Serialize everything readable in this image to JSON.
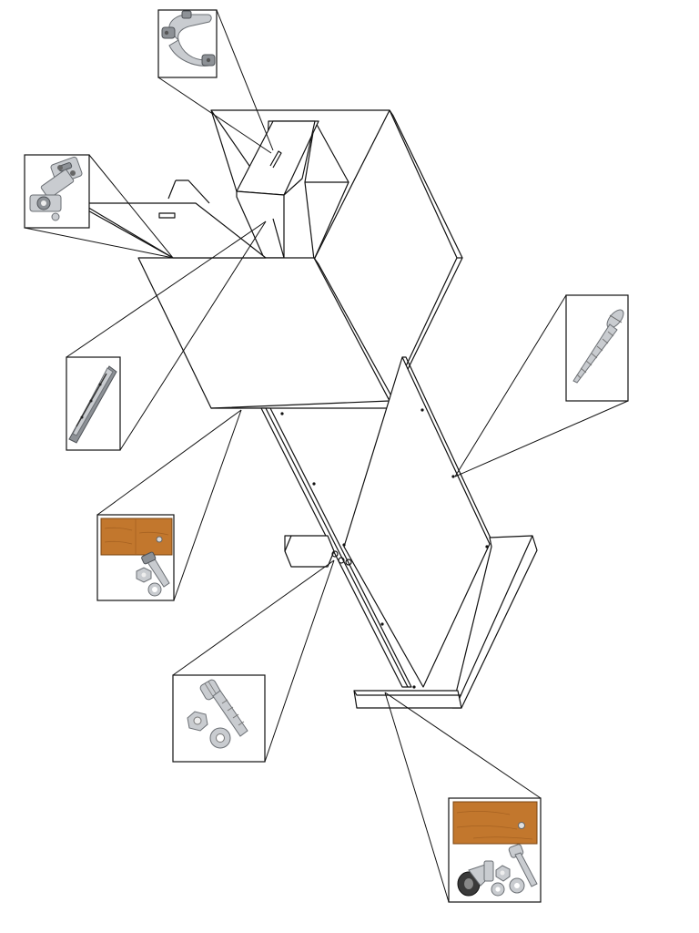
{
  "diagram": {
    "type": "exploded-assembly-illustration",
    "background": "#ffffff",
    "line_color": "#111111",
    "wood_color": "#c2772d",
    "metal_color": "#c9ccd0",
    "parts": [
      {
        "name": "drawer-handle",
        "icon": "drawer-handle-icon"
      },
      {
        "name": "cabinet-hinge",
        "icon": "hinge-icon"
      },
      {
        "name": "drawer-slide-rail",
        "icon": "drawer-rail-icon"
      },
      {
        "name": "wood-screw",
        "icon": "screw-icon"
      },
      {
        "name": "wood-block-with-bolt",
        "icon": "wood-block-bolt-icon"
      },
      {
        "name": "bolt-nut-washer",
        "icon": "bolt-nut-washer-icon"
      },
      {
        "name": "caster-wheel-kit",
        "icon": "caster-kit-icon"
      }
    ]
  }
}
